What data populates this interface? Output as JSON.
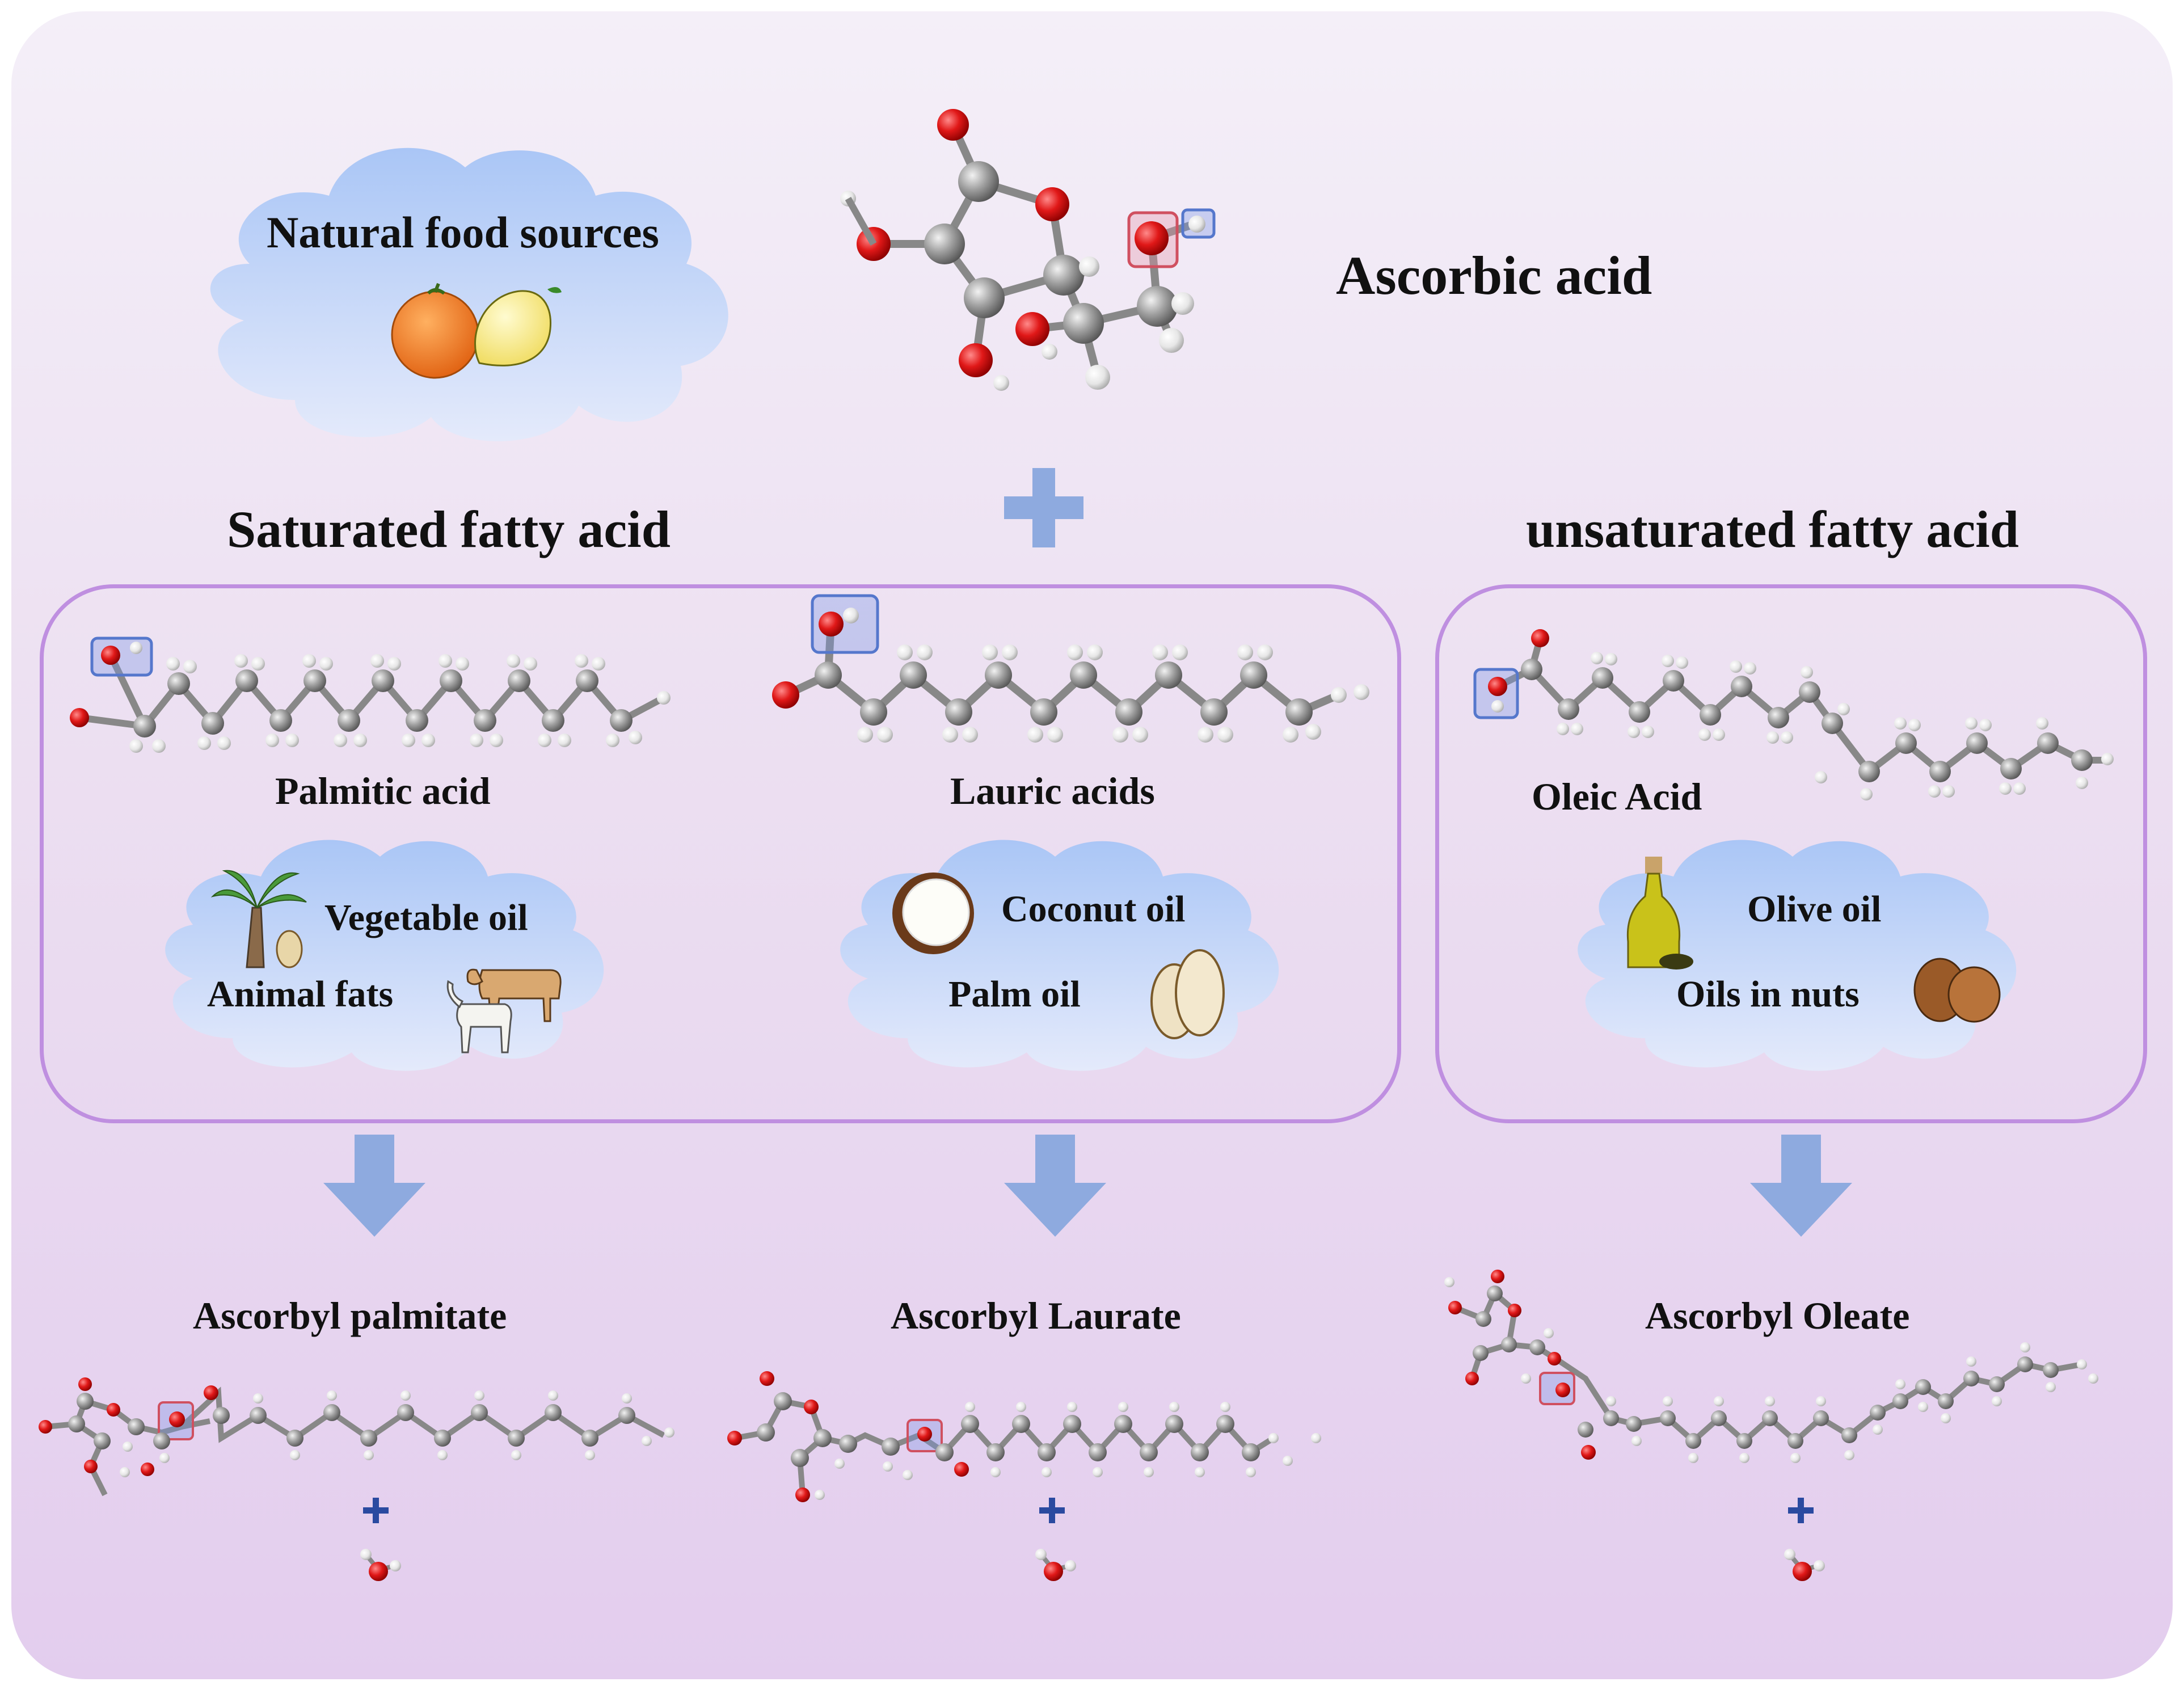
{
  "colors": {
    "cloud_top": "#b3ccf8",
    "cloud_bottom": "#dfe6fb",
    "box_border": "#bf8fe0",
    "arrow_blue": "#8eaadf",
    "plus_small": "#2a4aa0",
    "oxygen": "#e02020",
    "carbon": "#9a9a9a",
    "hydrogen": "#f2f2f2",
    "highlight_red": "#d05060",
    "highlight_blue": "#5577cc"
  },
  "top": {
    "natural_food": "Natural food sources",
    "ascorbic_acid": "Ascorbic acid"
  },
  "sections": {
    "saturated": "Saturated fatty acid",
    "unsaturated": "unsaturated fatty acid"
  },
  "acids": {
    "palmitic": "Palmitic acid",
    "lauric": "Lauric acids",
    "oleic": "Oleic Acid"
  },
  "sources": {
    "vegetable_oil": "Vegetable oil",
    "animal_fats": "Animal fats",
    "coconut_oil": "Coconut oil",
    "palm_oil": "Palm oil",
    "olive_oil": "Olive oil",
    "oils_in_nuts": "Oils in nuts"
  },
  "products": {
    "ascorbyl_palmitate": "Ascorbyl palmitate",
    "ascorbyl_laurate": "Ascorbyl Laurate",
    "ascorbyl_oleate": "Ascorbyl Oleate"
  },
  "icons": [
    "orange-icon",
    "lemon-icon",
    "palm-tree-icon",
    "seed-icon",
    "cow-icon",
    "goat-icon",
    "coconut-icon",
    "palm-kernel-icon",
    "olive-oil-bottle-icon",
    "nuts-icon",
    "plus-icon",
    "down-arrow-icon",
    "water-molecule-icon"
  ]
}
